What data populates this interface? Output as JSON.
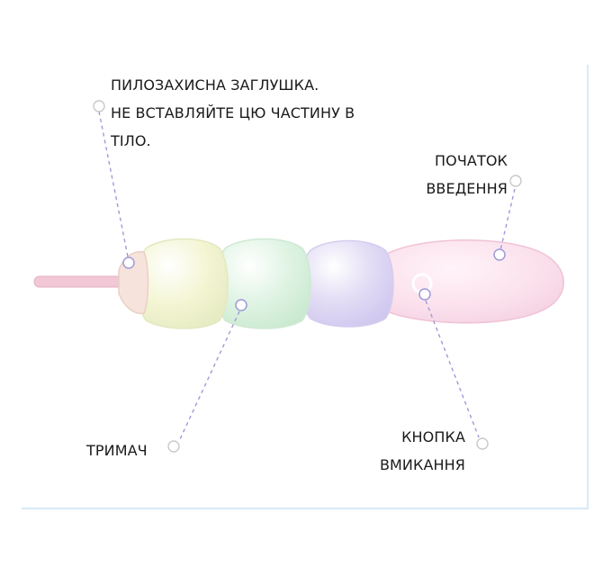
{
  "labels": {
    "dust_plug": {
      "line1": "ПИЛОЗАХИСНА ЗАГЛУШКА.",
      "line2": "НЕ ВСТАВЛЯЙТЕ ЦЮ ЧАСТИНУ В",
      "line3": "ТІЛО."
    },
    "insertion_start": {
      "line1": "ПОЧАТОК",
      "line2": "ВВЕДЕННЯ"
    },
    "handle": "ТРИМАЧ",
    "power_button": {
      "line1": "КНОПКА",
      "line2": "ВМИКАННЯ"
    }
  },
  "colors": {
    "plug": "#f6e3dc",
    "bead_yellow": "#f3f5d2",
    "bead_green": "#def3e2",
    "bead_purple": "#e3ddf5",
    "tip_pink": "#fbe0ec",
    "stick": "#f2c7d6",
    "leader": "#9f9ad8",
    "panel_border": "#d6ebf7"
  }
}
